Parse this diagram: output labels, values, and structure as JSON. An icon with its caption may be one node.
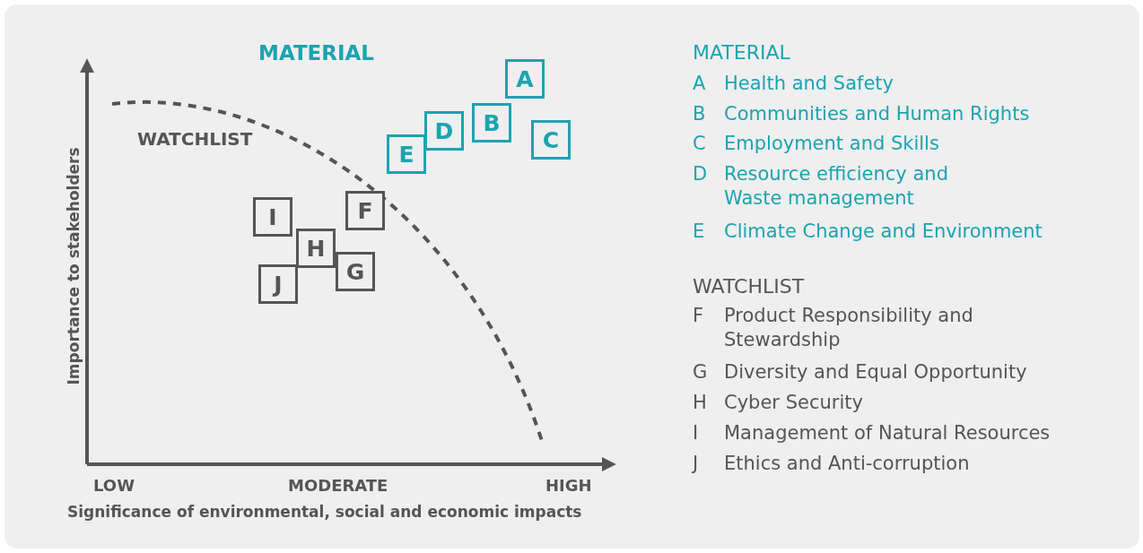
{
  "diagram": {
    "nodes": [
      {
        "text": [
          "A"
        ]
      },
      {
        "text": [
          "B"
        ]
      },
      {
        "text": [
          "C"
        ]
      },
      {
        "text": [
          "D"
        ]
      },
      {
        "text": [
          "E"
        ]
      },
      {
        "text": [
          "F"
        ]
      },
      {
        "text": [
          "I"
        ]
      },
      {
        "text": [
          "H"
        ]
      },
      {
        "text": [
          "G"
        ]
      },
      {
        "text": [
          "J"
        ]
      }
    ],
    "edges": [],
    "labels": [
      "MATERIAL",
      "WATCHLIST",
      "Importance to stakeholders",
      "LOW",
      "MODERATE",
      "HIGH",
      "Significance of environmental, social and economic impacts",
      "MATERIAL",
      "A",
      "Health and Safety",
      "B",
      "Communities and Human Rights",
      "C",
      "Employment and Skills",
      "D",
      "Resource efficiency and Waste management",
      "E",
      "Climate Change and Environment",
      "WATCHLIST",
      "F",
      "Product Responsibility and Stewardship",
      "G",
      "Diversity and Equal Opportunity",
      "H",
      "Cyber Security",
      "I",
      "Management of Natural Resources",
      "J",
      "Ethics and Anti-corruption"
    ]
  }
}
